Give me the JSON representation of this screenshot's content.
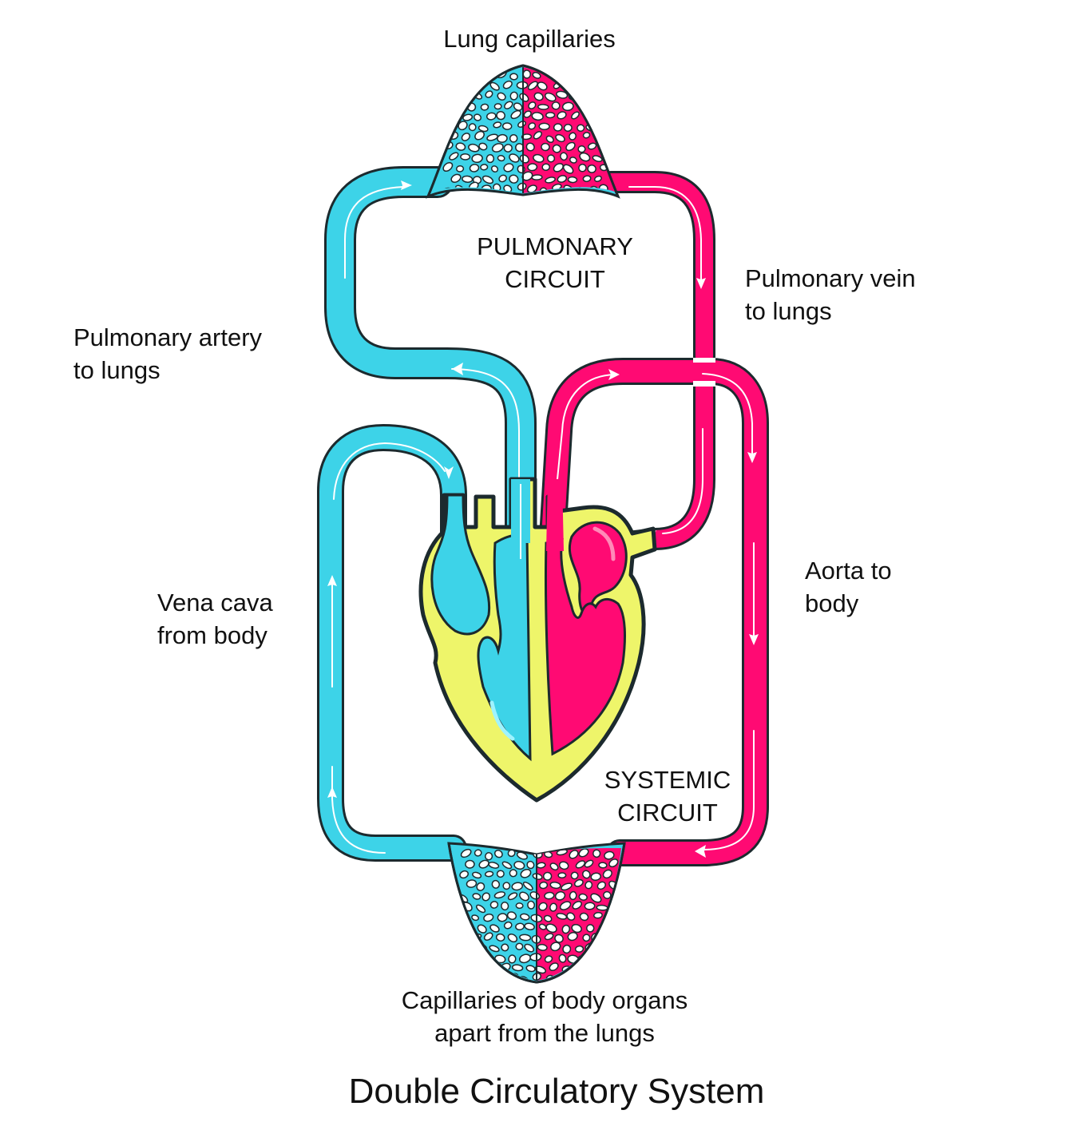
{
  "title": "Double Circulatory System",
  "colors": {
    "deoxygenated": "#3dd3e8",
    "oxygenated": "#ff0a73",
    "heart_wall": "#eef56a",
    "outline": "#1c2a2e",
    "flow_arrow": "#ffffff",
    "highlight_blue": "#9ff3ff",
    "highlight_pink": "#ff8ab8"
  },
  "labels": {
    "lung_capillaries": "Lung capillaries",
    "pulmonary_circuit_line1": "PULMONARY",
    "pulmonary_circuit_line2": "CIRCUIT",
    "pulmonary_vein_line1": "Pulmonary vein",
    "pulmonary_vein_line2": "to lungs",
    "pulmonary_artery_line1": "Pulmonary artery",
    "pulmonary_artery_line2": "to lungs",
    "vena_cava_line1": "Vena cava",
    "vena_cava_line2": "from body",
    "aorta_line1": "Aorta to",
    "aorta_line2": "body",
    "systemic_circuit_line1": "SYSTEMIC",
    "systemic_circuit_line2": "CIRCUIT",
    "body_capillaries_line1": "Capillaries of body organs",
    "body_capillaries_line2": "apart from the lungs"
  },
  "components": [
    {
      "id": "lung-capillary-bed",
      "blood": "mixed"
    },
    {
      "id": "pulmonary-artery",
      "blood": "deoxygenated",
      "flow": "heart-to-lungs"
    },
    {
      "id": "pulmonary-vein",
      "blood": "oxygenated",
      "flow": "lungs-to-heart"
    },
    {
      "id": "aorta",
      "blood": "oxygenated",
      "flow": "heart-to-body"
    },
    {
      "id": "vena-cava",
      "blood": "deoxygenated",
      "flow": "body-to-heart"
    },
    {
      "id": "body-capillary-bed",
      "blood": "mixed"
    },
    {
      "id": "heart"
    }
  ]
}
